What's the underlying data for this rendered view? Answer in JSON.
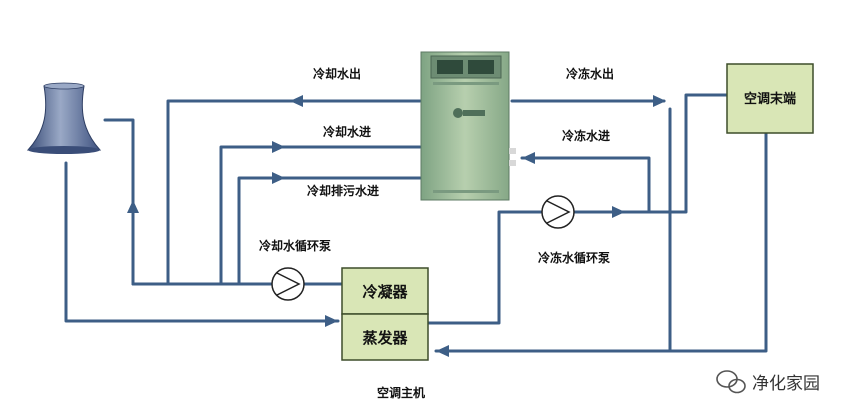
{
  "labels": {
    "cooling_water_out": "冷却水出",
    "cooling_water_in": "冷却水进",
    "cooling_blowdown_in": "冷却排污水进",
    "chilled_water_out": "冷冻水出",
    "chilled_water_in": "冷冻水进",
    "cooling_pump": "冷却水循环泵",
    "chilled_pump": "冷冻水循环泵",
    "condenser": "冷凝器",
    "evaporator": "蒸发器",
    "ac_terminal": "空调末端",
    "main_unit": "空调主机"
  },
  "watermark": {
    "text": "净化家园"
  },
  "colors": {
    "pipe": "#3d5e86",
    "box_fill": "#d9e6b6",
    "cabinet": "#9fbf9a",
    "tower": "#5b6f93"
  }
}
